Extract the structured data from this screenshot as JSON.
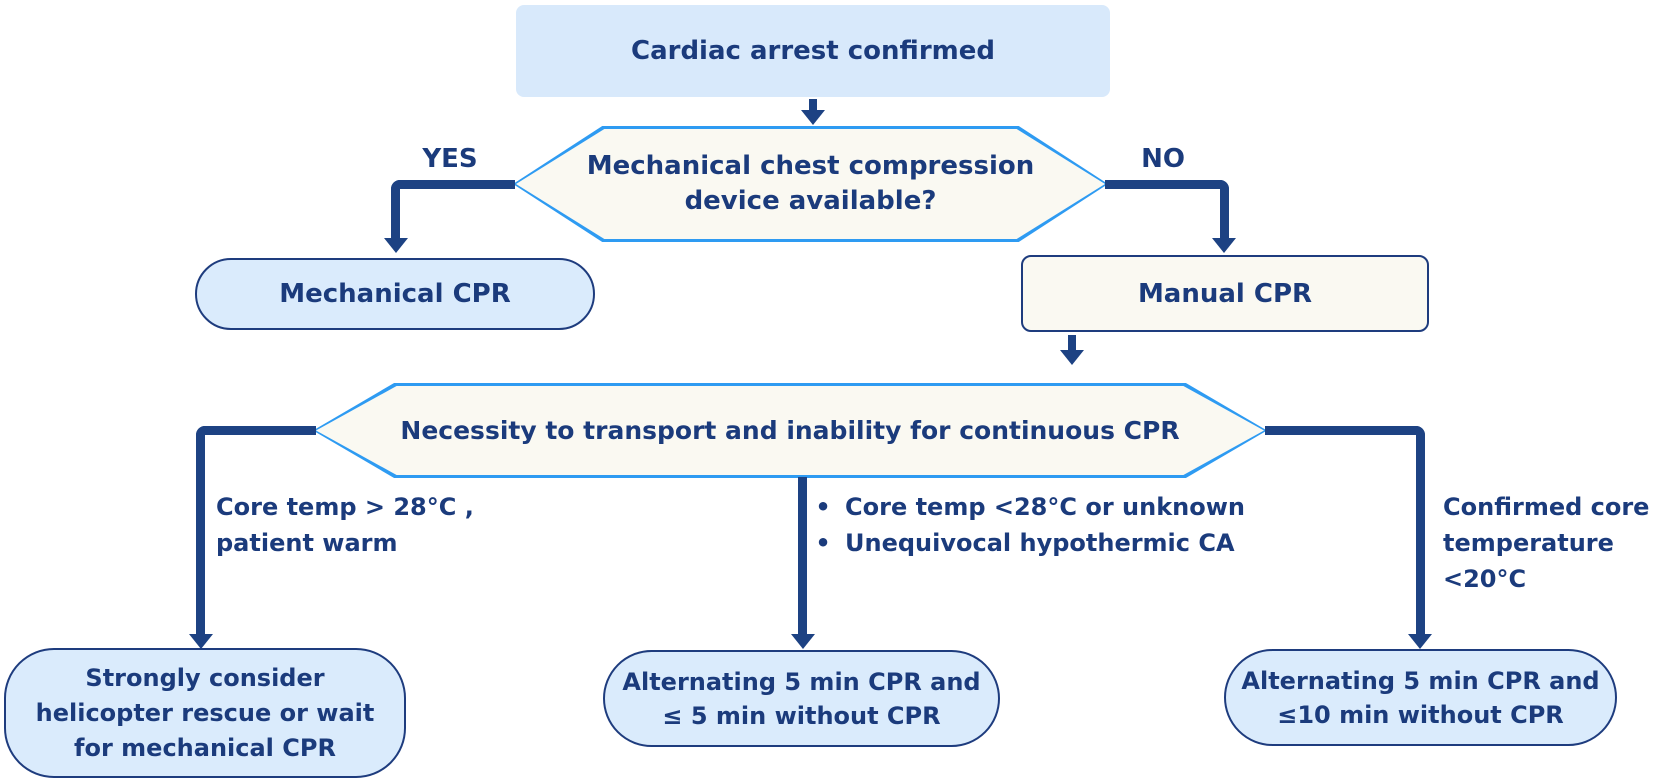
{
  "palette": {
    "background": "#ffffff",
    "node_fill_blue": "#d8e9fb",
    "pill_fill_blue": "#daebfc",
    "hex_fill_ivory": "#faf9f2",
    "hex_border_azure": "#2e9bf2",
    "node_border_navy": "#1e3c7e",
    "line_navy": "#1d4283",
    "text_navy": "#1b3b7c"
  },
  "nodes": {
    "start": {
      "label": "Cardiac arrest confirmed"
    },
    "decision_device": {
      "line1": "Mechanical chest compression",
      "line2": "device available?"
    },
    "mechanical_cpr": {
      "label": "Mechanical CPR"
    },
    "manual_cpr": {
      "label": "Manual CPR"
    },
    "decision_transport": {
      "label": "Necessity to transport and inability for continuous CPR"
    },
    "outcome_helicopter": {
      "line1": "Strongly consider",
      "line2": "helicopter rescue or wait",
      "line3": "for mechanical CPR"
    },
    "outcome_alt5": {
      "line1": "Alternating 5 min CPR and",
      "line2": "≤ 5 min without CPR"
    },
    "outcome_alt10": {
      "line1": "Alternating 5 min CPR and",
      "line2": "≤10 min without CPR"
    }
  },
  "edge_labels": {
    "yes": "YES",
    "no": "NO"
  },
  "branch_conditions": {
    "left": {
      "line1": "Core temp > 28°C ,",
      "line2": "patient warm"
    },
    "middle": {
      "bullet": "•",
      "items": [
        "Core temp <28°C or unknown",
        "Unequivocal hypothermic CA"
      ]
    },
    "right": {
      "line1": "Confirmed core",
      "line2": "temperature <20°C"
    }
  }
}
